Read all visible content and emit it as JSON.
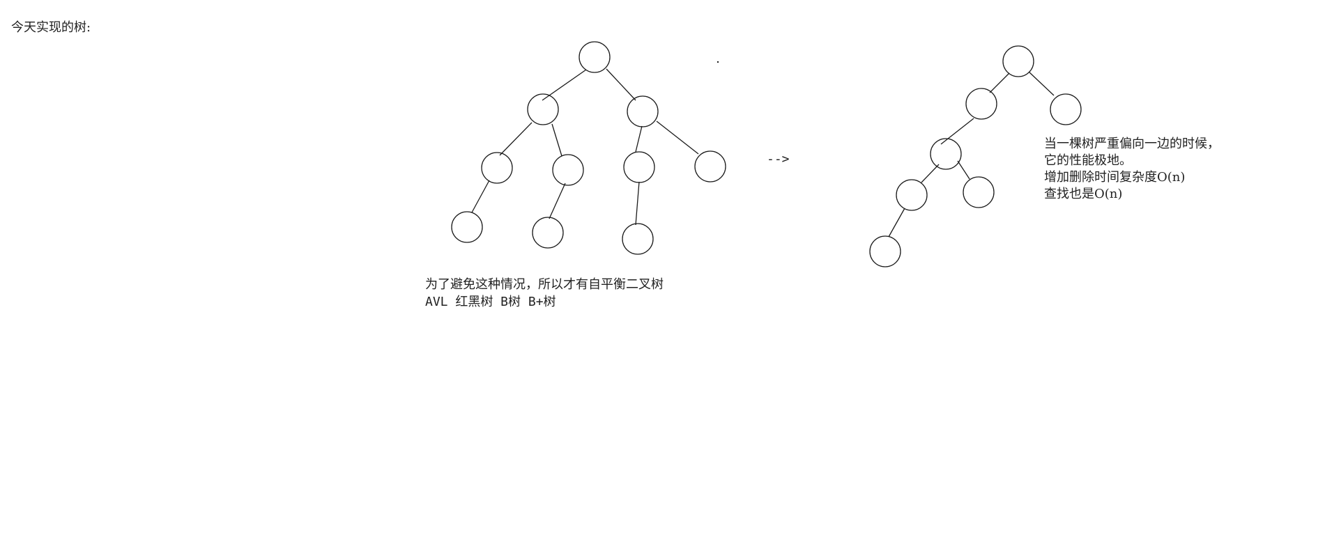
{
  "heading": "今天实现的树:",
  "balanced_caption": {
    "line1": "为了避免这种情况，所以才有自平衡二叉树",
    "line2": "AVL 红黑树 B树 B+树"
  },
  "arrow_text": "-->",
  "skewed_notes": {
    "line1": "当一棵树严重偏向一边的时候，",
    "line2": "它的性能极地。",
    "line3": "增加删除时间复杂度O(n)",
    "line4": "查找也是O(n)"
  },
  "colors": {
    "stroke": "#1a1a1a",
    "text": "#222222",
    "background": "#ffffff"
  }
}
